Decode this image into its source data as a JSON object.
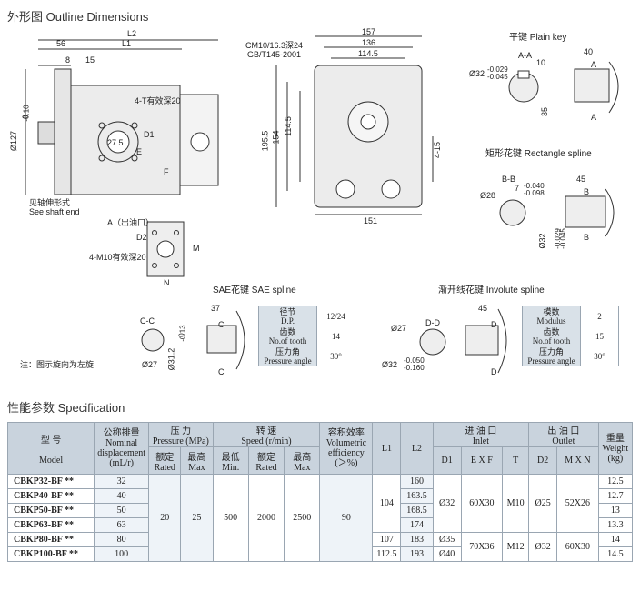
{
  "header": {
    "outline_title": "外形图   Outline Dimensions"
  },
  "main_view": {
    "dims": [
      "L2",
      "56",
      "L1",
      "8",
      "15",
      "Ø127",
      "-0.10",
      "0",
      "4-T有效深20",
      "D1",
      "E",
      "27.5",
      "F",
      "见轴伸形式",
      "See shaft end",
      "A（出油口）",
      "D2",
      "M",
      "4-M10有效深20",
      "N"
    ]
  },
  "side_view": {
    "note_1": "CM10/16.3深24",
    "note_2": "GB/T145-2001",
    "dims": [
      "157",
      "136",
      "114.5",
      "195.5",
      "154",
      "114.5",
      "4-15",
      "151"
    ]
  },
  "plain_key": {
    "title": "平键    Plain key",
    "section": "A-A",
    "dims": [
      "10",
      "Ø32",
      "-0.029",
      "-0.045",
      "35",
      "40",
      "A",
      "A"
    ]
  },
  "rect_spline": {
    "title": "矩形花键   Rectangle spline",
    "section": "B-B",
    "dims": [
      "Ø28",
      "7",
      "-0.040",
      "-0.098",
      "Ø32",
      "-0.029",
      "-0.045",
      "45",
      "B",
      "B"
    ]
  },
  "sae_spline": {
    "title": "SAE花键    SAE spline",
    "section": "C-C",
    "dims": [
      "37",
      "Ø27",
      "Ø31.2",
      "0",
      "-0.13",
      "C",
      "C"
    ],
    "table": [
      {
        "key": "径节",
        "key_en": "D.P.",
        "value": "12/24"
      },
      {
        "key": "齿数",
        "key_en": "No.of tooth",
        "value": "14"
      },
      {
        "key": "压力角",
        "key_en": "Pressure angle",
        "value": "30°"
      }
    ]
  },
  "involute_spline": {
    "title": "渐开线花键    Involute spline",
    "section": "D-D",
    "dims": [
      "Ø27",
      "Ø32",
      "-0.050",
      "-0.160",
      "45",
      "D",
      "D"
    ],
    "table": [
      {
        "key": "模数",
        "key_en": "Modulus",
        "value": "2"
      },
      {
        "key": "齿数",
        "key_en": "No.of tooth",
        "value": "15"
      },
      {
        "key": "压力角",
        "key_en": "Pressure angle",
        "value": "30°"
      }
    ]
  },
  "note": "注：图示旋向为左旋",
  "spec": {
    "title": "性能参数   Specification",
    "headers": {
      "model_cn": "型  号",
      "model_en": "Model",
      "disp_cn": "公称排量",
      "disp_en": "Nominal displacement",
      "disp_unit": "(mL/r)",
      "pressure_cn": "压   力",
      "pressure_en": "Pressure (MPa)",
      "rated": "额定",
      "rated_en": "Rated",
      "max": "最高",
      "max_en": "Max",
      "speed_cn": "转   速",
      "speed_en": "Speed (r/min)",
      "min": "最低",
      "min_en": "Min.",
      "vol_cn": "容积效率",
      "vol_en": "Volumetric efficiency",
      "vol_unit": "(＞%)",
      "l1": "L1",
      "l2": "L2",
      "inlet_cn": "进 油 口",
      "inlet_en": "Inlet",
      "d1": "D1",
      "exf": "E X F",
      "t": "T",
      "outlet_cn": "出 油 口",
      "outlet_en": "Outlet",
      "d2": "D2",
      "mxn": "M X N",
      "weight_cn": "重量",
      "weight_en": "Weight",
      "weight_unit": "(kg)"
    },
    "rows": [
      {
        "model": "CBKP32-BF **",
        "disp": "32",
        "l2": "160",
        "weight": "12.5"
      },
      {
        "model": "CBKP40-BF **",
        "disp": "40",
        "l2": "163.5",
        "weight": "12.7"
      },
      {
        "model": "CBKP50-BF **",
        "disp": "50",
        "l2": "168.5",
        "weight": "13"
      },
      {
        "model": "CBKP63-BF **",
        "disp": "63",
        "l2": "174",
        "weight": "13.3"
      },
      {
        "model": "CBKP80-BF **",
        "disp": "80",
        "l2": "183",
        "weight": "14"
      },
      {
        "model": "CBKP100-BF **",
        "disp": "100",
        "l2": "193",
        "weight": "14.5"
      }
    ],
    "merged": {
      "rated": "20",
      "max": "25",
      "min": "500",
      "speed_rated": "2000",
      "speed_max": "2500",
      "vol": "90",
      "l1_a": "104",
      "l1_b": "107",
      "l1_c": "112.5",
      "d1_a": "Ø32",
      "d1_b": "Ø35",
      "d1_c": "Ø40",
      "exf_a": "60X30",
      "exf_b": "70X36",
      "t_a": "M10",
      "t_b": "M12",
      "d2_a": "Ø25",
      "d2_b": "Ø32",
      "mxn_a": "52X26",
      "mxn_b": "60X30"
    }
  }
}
